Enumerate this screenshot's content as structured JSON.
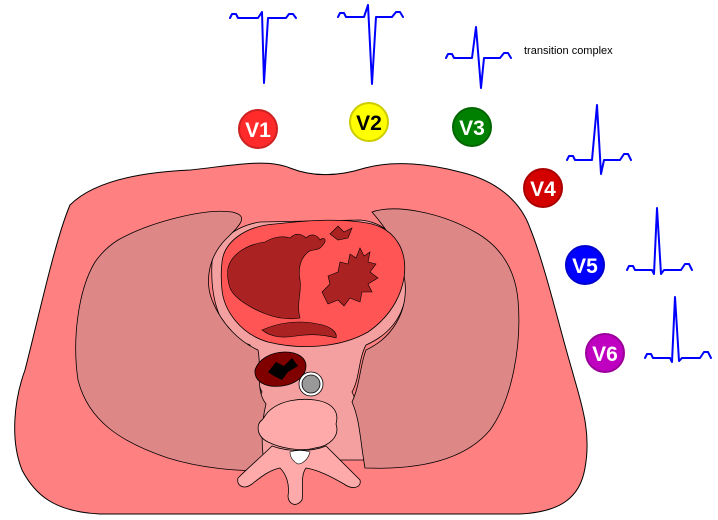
{
  "leads": [
    {
      "id": "V1",
      "label": "V1",
      "fill": "#ff2a2a",
      "text_color": "#ffffff",
      "complex": "rS"
    },
    {
      "id": "V2",
      "label": "V2",
      "fill": "#ffff00",
      "text_color": "#000000",
      "complex": "rS"
    },
    {
      "id": "V3",
      "label": "V3",
      "fill": "#008000",
      "text_color": "#ffffff",
      "complex": "RS"
    },
    {
      "id": "V4",
      "label": "V4",
      "fill": "#d40000",
      "text_color": "#ffffff",
      "complex": "Rs"
    },
    {
      "id": "V5",
      "label": "V5",
      "fill": "#0000ff",
      "text_color": "#ffffff",
      "complex": "qR"
    },
    {
      "id": "V6",
      "label": "V6",
      "fill": "#c000c0",
      "text_color": "#ffffff",
      "complex": "qR"
    }
  ],
  "annotation": "transition complex",
  "colors": {
    "ecg_trace": "#0000ff",
    "thorax": "#ff8080",
    "lung": "#de8787",
    "heart_outer": "#ff5555",
    "heart_cavity": "#aa2222",
    "mediastinum": "#f5a0a0",
    "vertebra": "#ffaaaa",
    "aorta": "#999999",
    "esophagus": "#800000"
  }
}
